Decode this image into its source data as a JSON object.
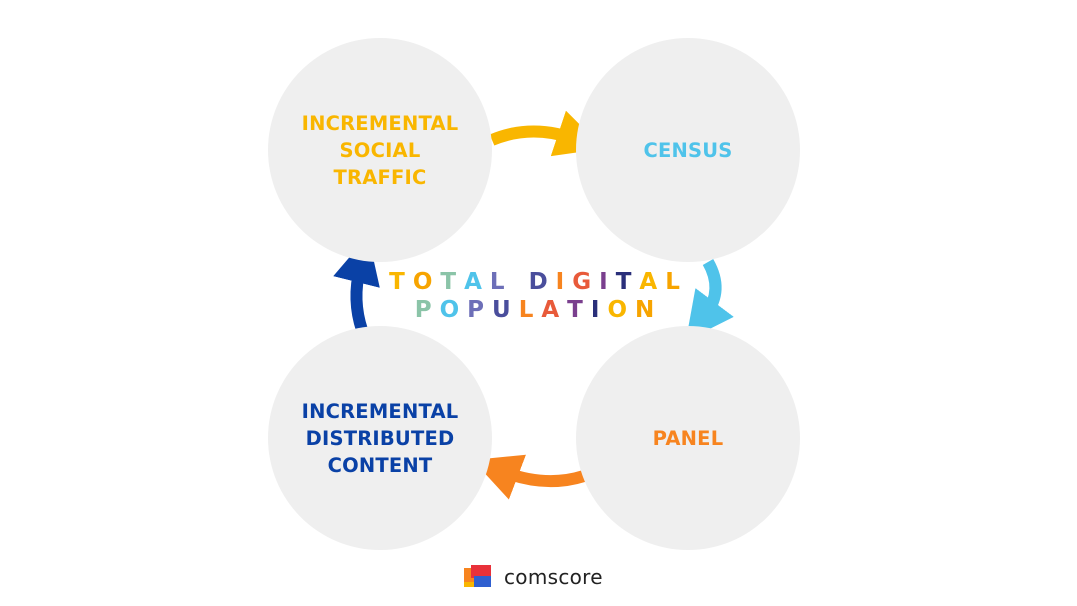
{
  "diagram": {
    "nodes": [
      {
        "id": "incremental-social-traffic",
        "lines": [
          "INCREMENTAL",
          "SOCIAL",
          "TRAFFIC"
        ],
        "color": "#f9b600"
      },
      {
        "id": "census",
        "lines": [
          "CENSUS"
        ],
        "color": "#4fc3ea"
      },
      {
        "id": "panel",
        "lines": [
          "PANEL"
        ],
        "color": "#f7841f"
      },
      {
        "id": "incremental-distributed-content",
        "lines": [
          "INCREMENTAL",
          "DISTRIBUTED",
          "CONTENT"
        ],
        "color": "#0a41a6"
      }
    ],
    "arrows": [
      {
        "from": "incremental-social-traffic",
        "to": "census",
        "color": "#f9b600"
      },
      {
        "from": "census",
        "to": "panel",
        "color": "#4fc3ea"
      },
      {
        "from": "panel",
        "to": "incremental-distributed-content",
        "color": "#f7841f"
      },
      {
        "from": "incremental-distributed-content",
        "to": "incremental-social-traffic",
        "color": "#0a41a6"
      }
    ],
    "center_text": {
      "line1": "TOTAL DIGITAL",
      "line2": "POPULATION",
      "letter_colors": [
        "#f9b600",
        "#f7a400",
        "#8bc4a8",
        "#4fc3ea",
        "#6d6fb8",
        "#4a4e9c",
        "#f7841f",
        "#e85a3a",
        "#7a3f8e",
        "#2a2f7a"
      ]
    },
    "circle_fill": "#efefef"
  },
  "logo": {
    "text": "comscore",
    "mark_colors": [
      "#f7841f",
      "#e8313a",
      "#2f5fd0",
      "#f9b600"
    ]
  }
}
